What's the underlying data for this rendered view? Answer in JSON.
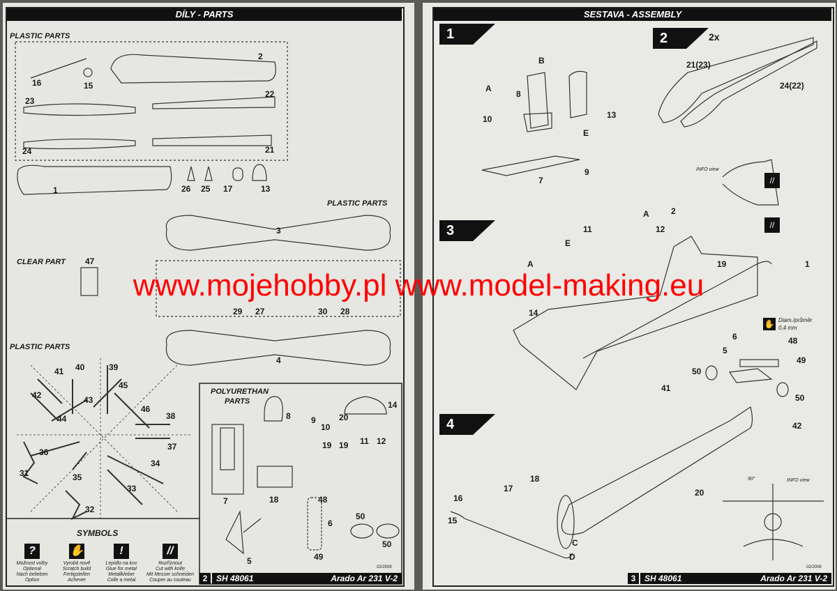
{
  "left_page": {
    "header": "DÍLY  -  PARTS",
    "sections": {
      "plastic_1": "PLASTIC PARTS",
      "plastic_2": "PLASTIC PARTS",
      "clear": "CLEAR PART",
      "plastic_3": "PLASTIC PARTS",
      "polyurethane_1": "POLYURETHAN",
      "polyurethane_2": "PARTS"
    },
    "sprue1_parts": [
      "16",
      "15",
      "2",
      "23",
      "22",
      "24",
      "21",
      "1",
      "26",
      "25",
      "17",
      "13"
    ],
    "sprue2_parts": [
      "3",
      "47",
      "29",
      "27",
      "30",
      "28",
      "4"
    ],
    "sprue3_parts": [
      "41",
      "40",
      "39",
      "42",
      "43",
      "45",
      "44",
      "46",
      "38",
      "37",
      "36",
      "31",
      "35",
      "34",
      "33",
      "32"
    ],
    "resin_parts": [
      "8",
      "9",
      "10",
      "20",
      "14",
      "19",
      "19",
      "11",
      "12",
      "7",
      "18",
      "48",
      "6",
      "50",
      "50",
      "5",
      "49"
    ],
    "symbols_title": "SYMBOLS",
    "symbols": [
      {
        "icon": "question-icon",
        "glyph": "?",
        "lines": [
          "Možnost volby",
          "Optional",
          "Nach belieben",
          "Option"
        ]
      },
      {
        "icon": "hand-icon",
        "glyph": "✋",
        "lines": [
          "Vyrobit nově",
          "Scratch build",
          "Fertigstellen",
          "Achever"
        ]
      },
      {
        "icon": "glue-icon",
        "glyph": "!",
        "lines": [
          "Lepidlo na kov",
          "Glue for metal",
          "Metallkleber",
          "Colle a metal"
        ]
      },
      {
        "icon": "knife-icon",
        "glyph": "//",
        "lines": [
          "Rozříznout",
          "Cut with knife",
          "Mit Messer schneiden",
          "Couper au couteau"
        ]
      }
    ],
    "date": "02/2006",
    "page_number": "2",
    "code": "SH 48061",
    "model": "Arado Ar 231 V-2"
  },
  "right_page": {
    "header": "SESTAVA - ASSEMBLY",
    "steps": [
      "1",
      "2",
      "3",
      "4"
    ],
    "step2_qty": "2x",
    "info_view": "INFO view",
    "info_view_2": "INFO view",
    "diam_label": "Diam./průměr",
    "diam_value": "0,4 mm",
    "angle": "90°",
    "step1_parts": [
      "B",
      "A",
      "8",
      "13",
      "10",
      "E",
      "9",
      "7"
    ],
    "step2_parts": [
      "21(23)",
      "24(22)"
    ],
    "step3_parts": [
      "11",
      "A",
      "12",
      "2",
      "E",
      "19",
      "A",
      "1",
      "14"
    ],
    "step4_parts": [
      "6",
      "48",
      "5",
      "49",
      "50",
      "50",
      "41",
      "42",
      "20",
      "16",
      "17",
      "18",
      "15",
      "C",
      "D"
    ],
    "date": "02/2006",
    "page_number": "3",
    "code": "SH 48061",
    "model": "Arado Ar 231 V-2"
  },
  "watermark": "www.mojehobby.pl www.model-making.eu"
}
